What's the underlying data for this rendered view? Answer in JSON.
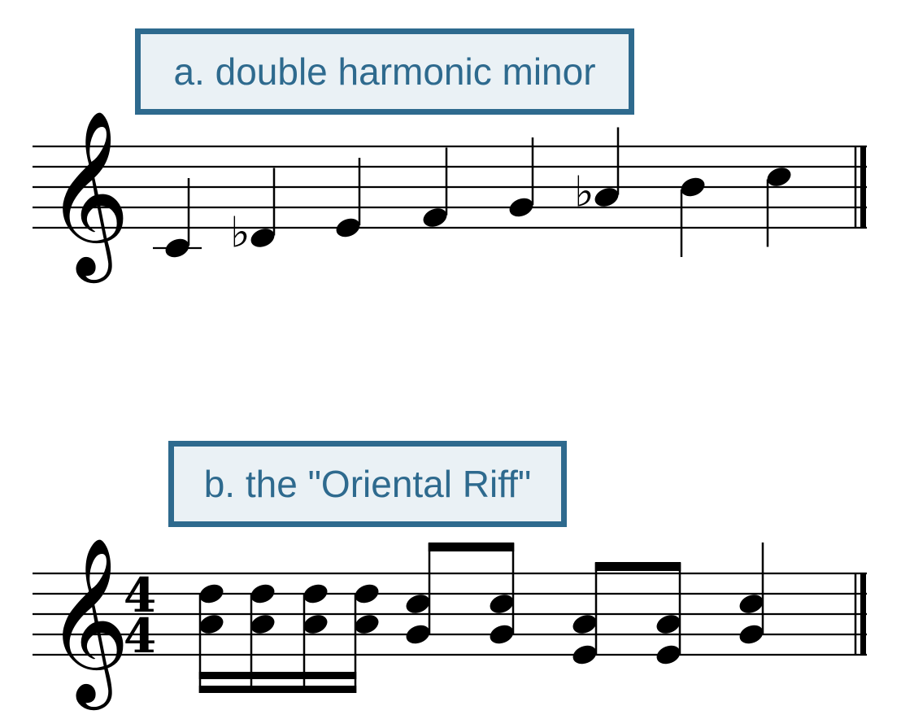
{
  "examples": [
    {
      "label": "a. double harmonic minor",
      "clef": "treble",
      "time_signature": null,
      "clef_icon": "treble-clef-icon",
      "notes": [
        {
          "pitch": "C4",
          "duration": "quarter"
        },
        {
          "pitch": "Db4",
          "duration": "quarter",
          "accidental": "flat"
        },
        {
          "pitch": "E4",
          "duration": "quarter"
        },
        {
          "pitch": "F4",
          "duration": "quarter"
        },
        {
          "pitch": "G4",
          "duration": "quarter"
        },
        {
          "pitch": "Ab4",
          "duration": "quarter",
          "accidental": "flat"
        },
        {
          "pitch": "B4",
          "duration": "quarter"
        },
        {
          "pitch": "C5",
          "duration": "quarter"
        }
      ],
      "barline": "final"
    },
    {
      "label": "b. the \"Oriental Riff\"",
      "clef": "treble",
      "time_signature": {
        "top": "4",
        "bottom": "4"
      },
      "clef_icon": "treble-clef-icon",
      "chords": [
        {
          "pitches": [
            "A4",
            "D5"
          ],
          "duration": "sixteenth"
        },
        {
          "pitches": [
            "A4",
            "D5"
          ],
          "duration": "sixteenth"
        },
        {
          "pitches": [
            "A4",
            "D5"
          ],
          "duration": "sixteenth"
        },
        {
          "pitches": [
            "A4",
            "D5"
          ],
          "duration": "sixteenth"
        },
        {
          "pitches": [
            "G4",
            "C5"
          ],
          "duration": "eighth"
        },
        {
          "pitches": [
            "G4",
            "C5"
          ],
          "duration": "eighth"
        },
        {
          "pitches": [
            "E4",
            "A4"
          ],
          "duration": "eighth"
        },
        {
          "pitches": [
            "E4",
            "A4"
          ],
          "duration": "eighth"
        },
        {
          "pitches": [
            "G4",
            "C5"
          ],
          "duration": "quarter"
        }
      ],
      "barline": "final"
    }
  ]
}
